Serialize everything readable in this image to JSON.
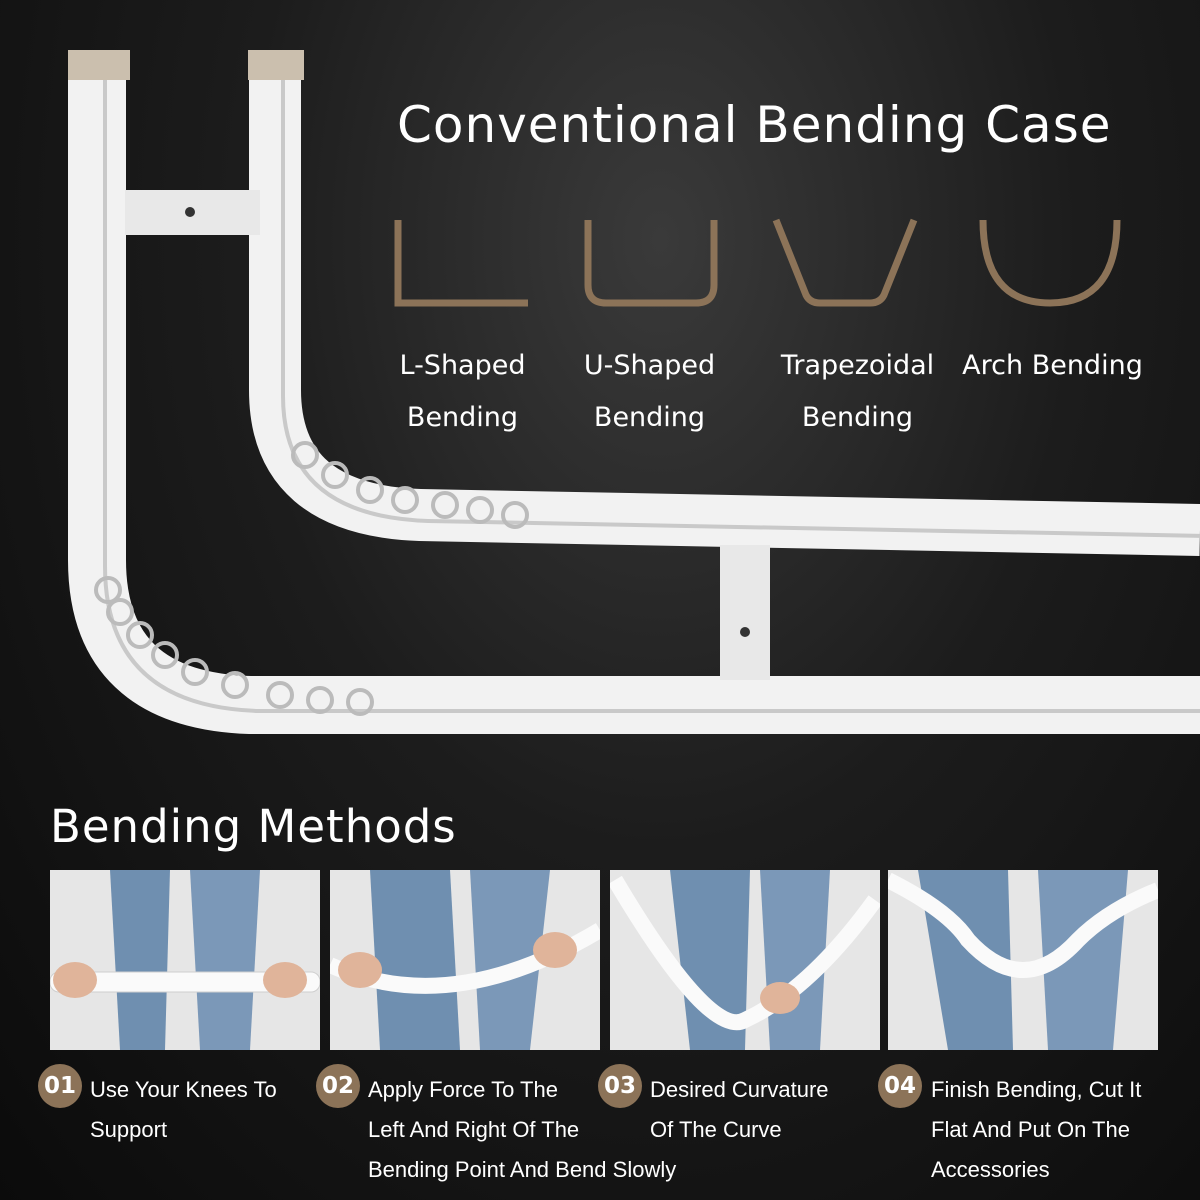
{
  "heading": "Conventional Bending Case",
  "shape_color": "#8c7358",
  "shapes": [
    {
      "icon": "l-shape-icon",
      "line1": "L-Shaped",
      "line2": "Bending"
    },
    {
      "icon": "u-shape-icon",
      "line1": "U-Shaped",
      "line2": "Bending"
    },
    {
      "icon": "trapezoid-shape-icon",
      "line1": "Trapezoidal",
      "line2": "Bending"
    },
    {
      "icon": "arch-shape-icon",
      "line1": "Arch Bending",
      "line2": ""
    }
  ],
  "methods_title": "Bending Methods",
  "steps": [
    {
      "num": "01",
      "lines": [
        "Use Your Knees To",
        "Support"
      ]
    },
    {
      "num": "02",
      "lines": [
        "Apply Force To The",
        "Left And Right Of The",
        "Bending Point And Bend Slowly"
      ]
    },
    {
      "num": "03",
      "lines": [
        "Desired Curvature",
        "Of The Curve"
      ]
    },
    {
      "num": "04",
      "lines": [
        "Finish Bending, Cut It",
        "Flat And Put On The",
        "Accessories"
      ]
    }
  ]
}
